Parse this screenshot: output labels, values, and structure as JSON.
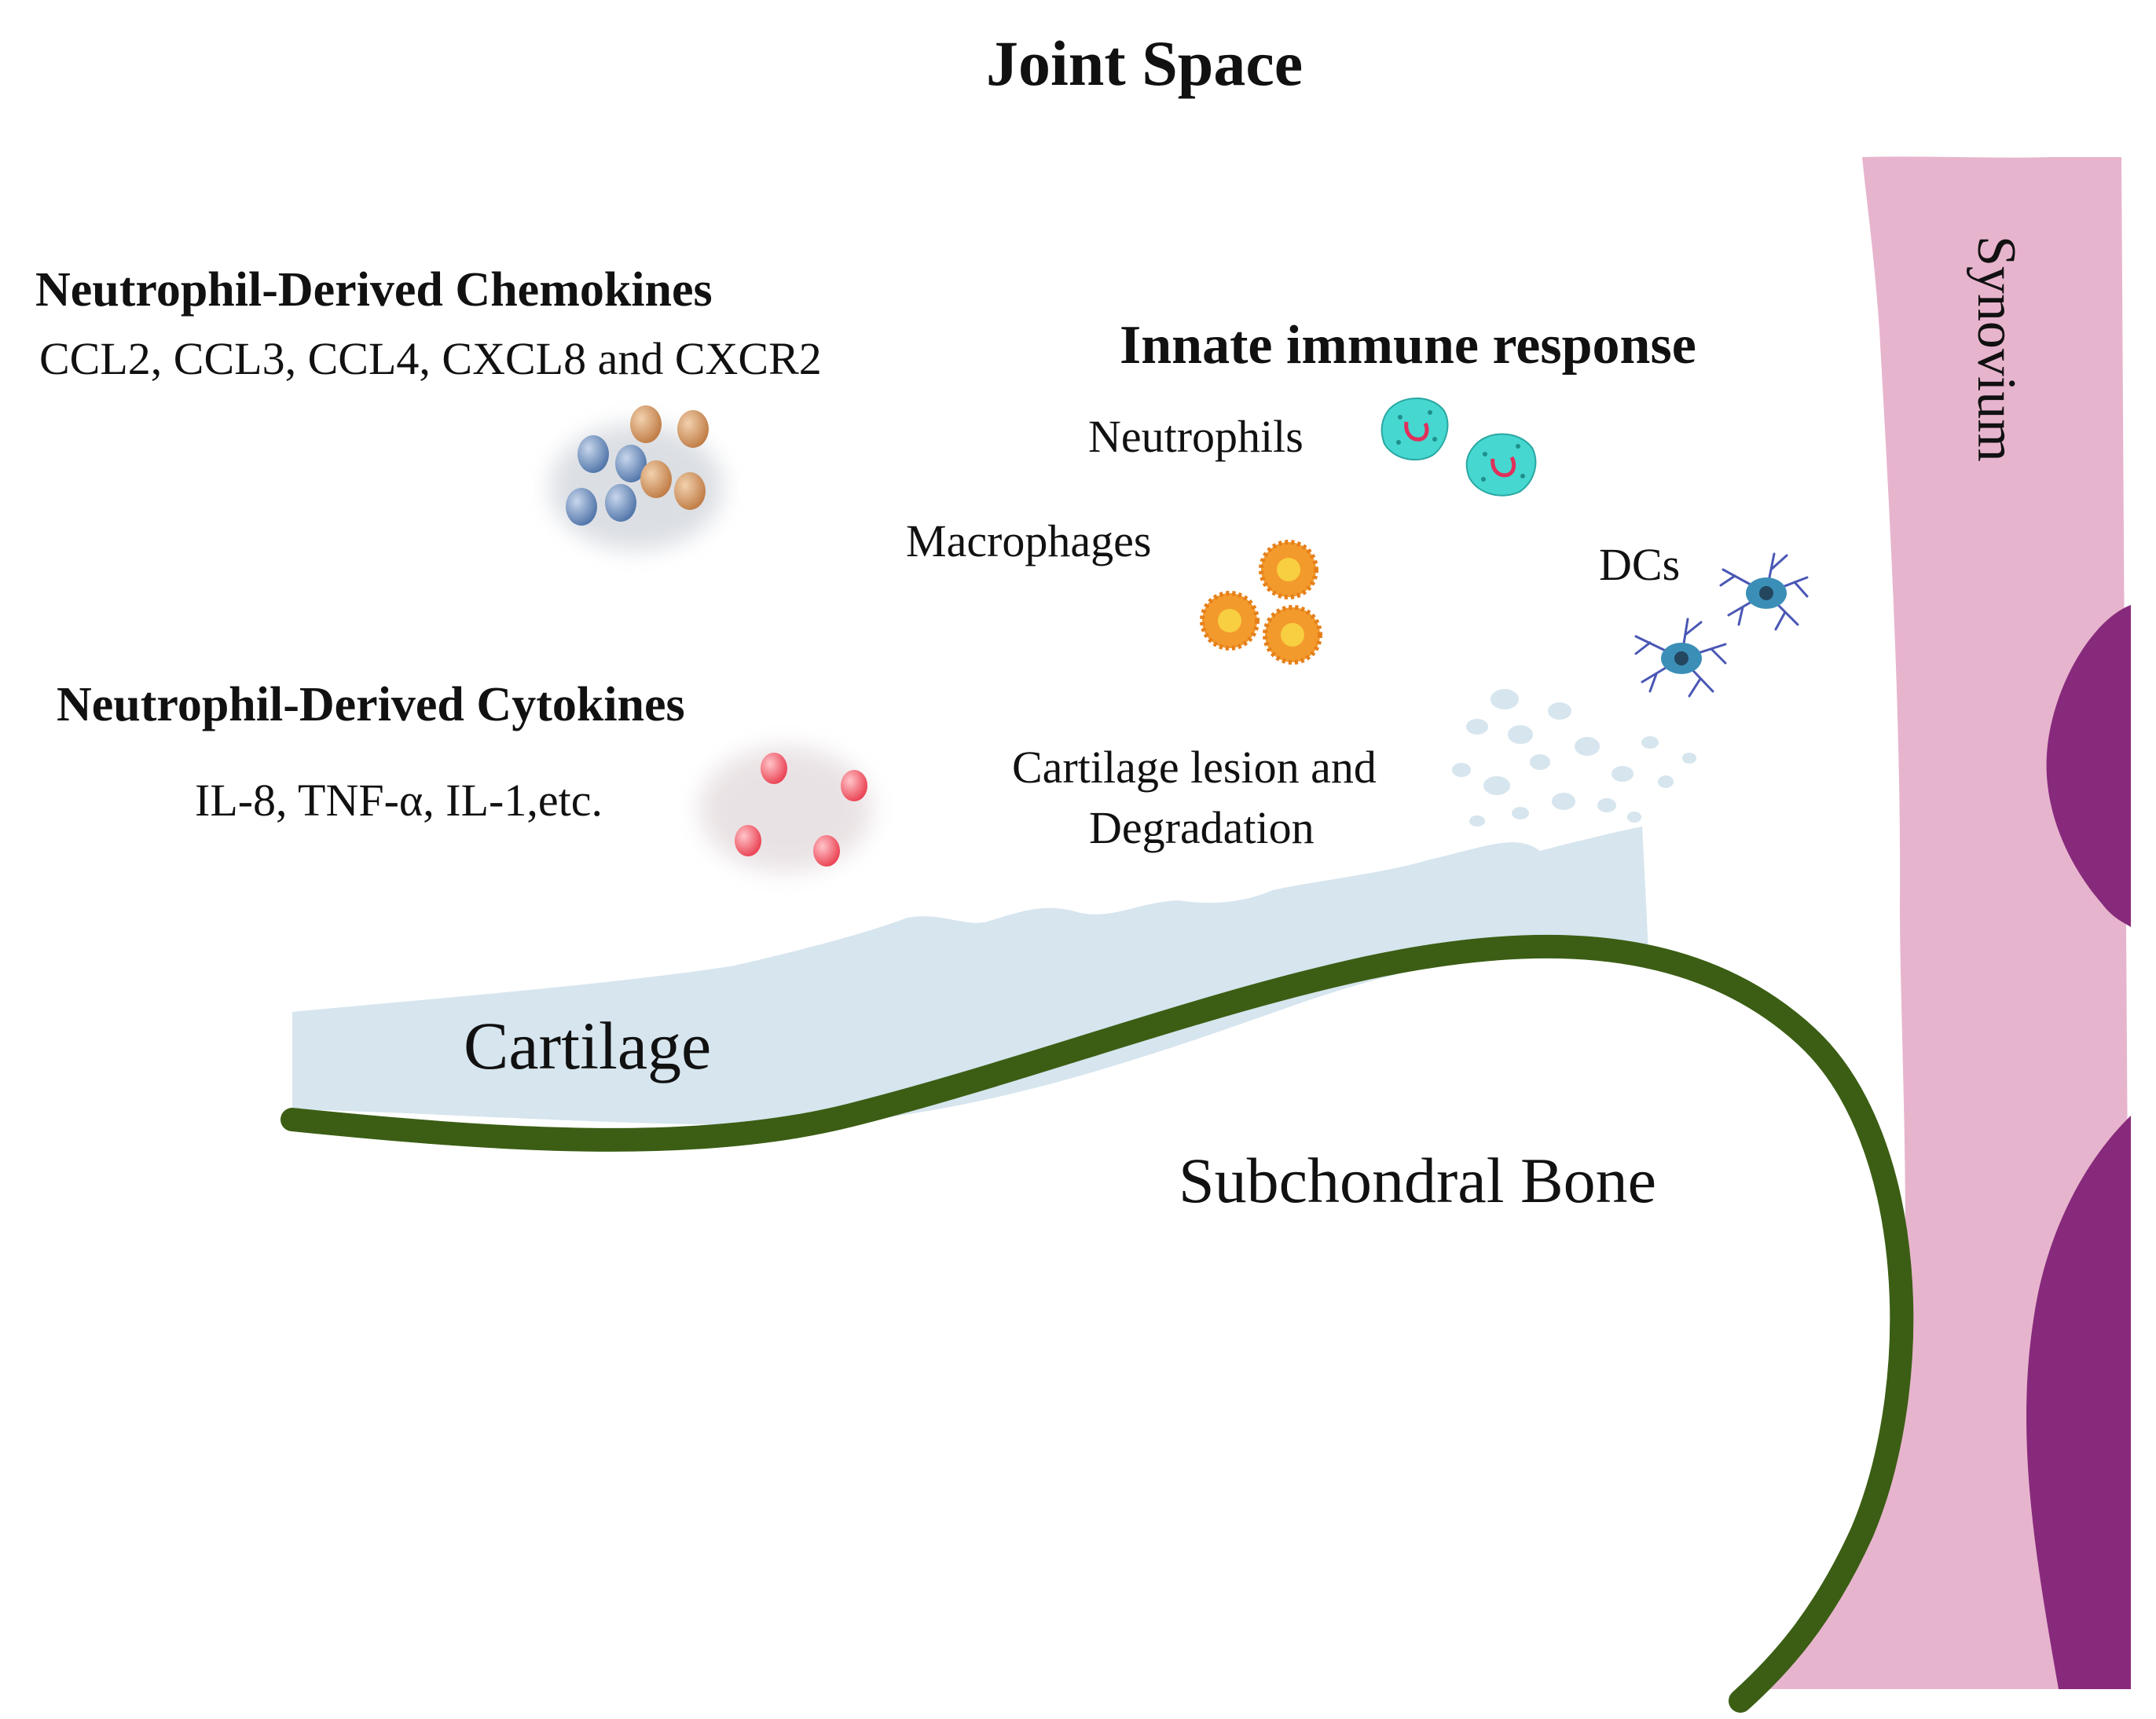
{
  "title": "Joint Space",
  "chemokines": {
    "heading": "Neutrophil-Derived Chemokines",
    "list": "CCL2, CCL3, CCL4, CXCL8 and CXCR2"
  },
  "cytokines": {
    "heading": "Neutrophil-Derived Cytokines",
    "list": "IL-8, TNF-α, IL-1,etc."
  },
  "innate": {
    "heading": "Innate immune response",
    "neutrophils": "Neutrophils",
    "macrophages": "Macrophages",
    "dcs": "DCs"
  },
  "lesion": {
    "line1": "Cartilage lesion and",
    "line2": "Degradation"
  },
  "regions": {
    "cartilage": "Cartilage",
    "bone": "Subchondral Bone",
    "synovium": "Synovium"
  },
  "colors": {
    "cartilage": "#d6e5ee",
    "bone_line": "#3b5e14",
    "synovium": "#e7b4cd",
    "synovium_dark": "#872a7c",
    "neutrophil": "#45d7d0",
    "neutrophil_nucleus": "#e0305a",
    "macrophage": "#f39a2c",
    "macrophage_core": "#f7cf40",
    "dc_body": "#3b8fb7",
    "dc_dendrite": "#4a57b4",
    "chemokine_blue": "#5a7fb3",
    "chemokine_orange": "#c9884f",
    "cytokine": "#ef5160"
  }
}
